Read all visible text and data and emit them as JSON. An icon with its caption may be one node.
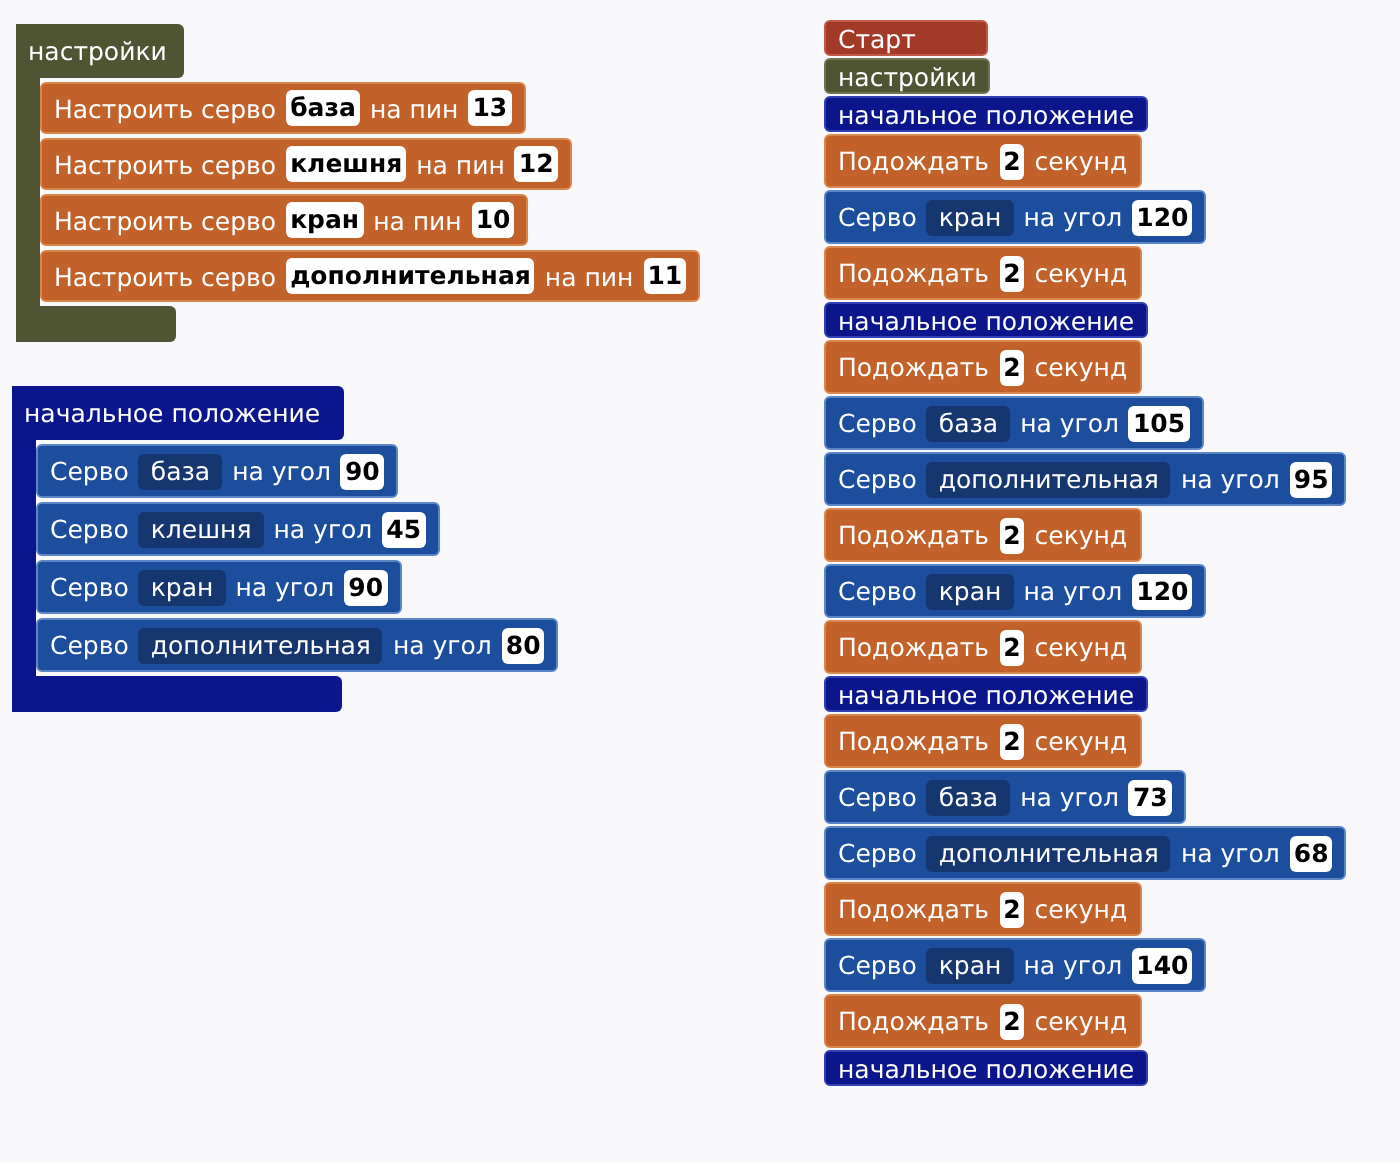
{
  "diagram": {
    "nodes": [
      {
        "text": [
          "настройки"
        ]
      },
      {
        "text": [
          "Настроить серво",
          "база",
          "на пин",
          "13"
        ]
      },
      {
        "text": [
          "Настроить серво",
          "клешня",
          "на пин",
          "12"
        ]
      },
      {
        "text": [
          "Настроить серво",
          "кран",
          "на пин",
          "10"
        ]
      },
      {
        "text": [
          "Настроить серво",
          "дополнительная",
          "на пин",
          "11"
        ]
      },
      {
        "text": [
          "начальное положение"
        ]
      },
      {
        "text": [
          "Серво",
          "база",
          "на угол",
          "90"
        ]
      },
      {
        "text": [
          "Серво",
          "клешня",
          "на угол",
          "45"
        ]
      },
      {
        "text": [
          "Серво",
          "кран",
          "на угол",
          "90"
        ]
      },
      {
        "text": [
          "Серво",
          "дополнительная",
          "на угол",
          "80"
        ]
      },
      {
        "text": [
          "Старт"
        ]
      },
      {
        "text": [
          "настройки"
        ]
      },
      {
        "text": [
          "начальное положение"
        ]
      },
      {
        "text": [
          "Подождать",
          "2",
          "секунд"
        ]
      },
      {
        "text": [
          "Серво",
          "кран",
          "на угол",
          "120"
        ]
      },
      {
        "text": [
          "Подождать",
          "2",
          "секунд"
        ]
      },
      {
        "text": [
          "начальное положение"
        ]
      },
      {
        "text": [
          "Подождать",
          "2",
          "секунд"
        ]
      },
      {
        "text": [
          "Серво",
          "база",
          "на угол",
          "105"
        ]
      },
      {
        "text": [
          "Серво",
          "дополнительная",
          "на угол",
          "95"
        ]
      },
      {
        "text": [
          "Подождать",
          "2",
          "секунд"
        ]
      },
      {
        "text": [
          "Серво",
          "кран",
          "на угол",
          "120"
        ]
      },
      {
        "text": [
          "Подождать",
          "2",
          "секунд"
        ]
      },
      {
        "text": [
          "начальное положение"
        ]
      },
      {
        "text": [
          "Подождать",
          "2",
          "секунд"
        ]
      },
      {
        "text": [
          "Серво",
          "база",
          "на угол",
          "73"
        ]
      },
      {
        "text": [
          "Серво",
          "дополнительная",
          "на угол",
          "68"
        ]
      },
      {
        "text": [
          "Подождать",
          "2",
          "секунд"
        ]
      },
      {
        "text": [
          "Серво",
          "кран",
          "на угол",
          "140"
        ]
      },
      {
        "text": [
          "Подождать",
          "2",
          "секунд"
        ]
      },
      {
        "text": [
          "начальное положение"
        ]
      }
    ]
  }
}
